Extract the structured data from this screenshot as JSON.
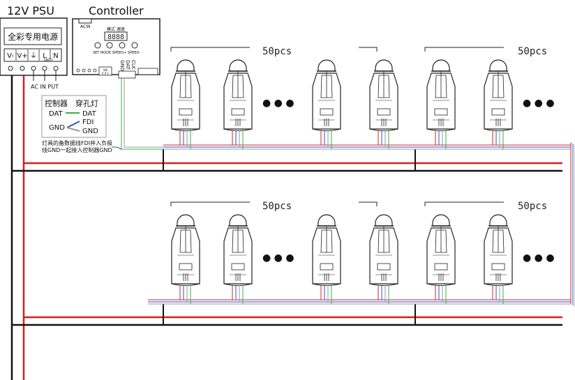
{
  "psu": {
    "title": "12V PSU",
    "label": "全彩专用电源",
    "terminals": [
      "V-",
      "V+",
      "⏚",
      "L",
      "N"
    ],
    "ac_note": "(AC)",
    "input_label": "AC IN PUT"
  },
  "controller": {
    "title": "Controller",
    "acin": "ACIN",
    "mode_text": "模式 速度",
    "display": "8888",
    "buttons": "SET MODE SPEED+ SPEED-",
    "switch_label": "SW",
    "switch_digits": "0 0 1",
    "pins": [
      "GND",
      "DAT",
      "CLK"
    ]
  },
  "legend": {
    "header_left": "控制器",
    "header_right": "穿孔灯",
    "rows": [
      {
        "left": "DAT",
        "right": "DAT"
      },
      {
        "left": "",
        "right": "FDI"
      },
      {
        "left": "GND",
        "right": "GND"
      }
    ],
    "note_line1": "灯具的备数据线FDI并入负极",
    "note_line2": "线GND一起接入控制器GND"
  },
  "strings": {
    "count_label": "50pcs",
    "ellipsis": "● ● ●"
  },
  "colors": {
    "red_wire": "#d42020",
    "black_wire": "#111111",
    "green_wire": "#35b04a",
    "blue_wire": "#2a56c8",
    "gray_wire": "#9a9a9a"
  }
}
